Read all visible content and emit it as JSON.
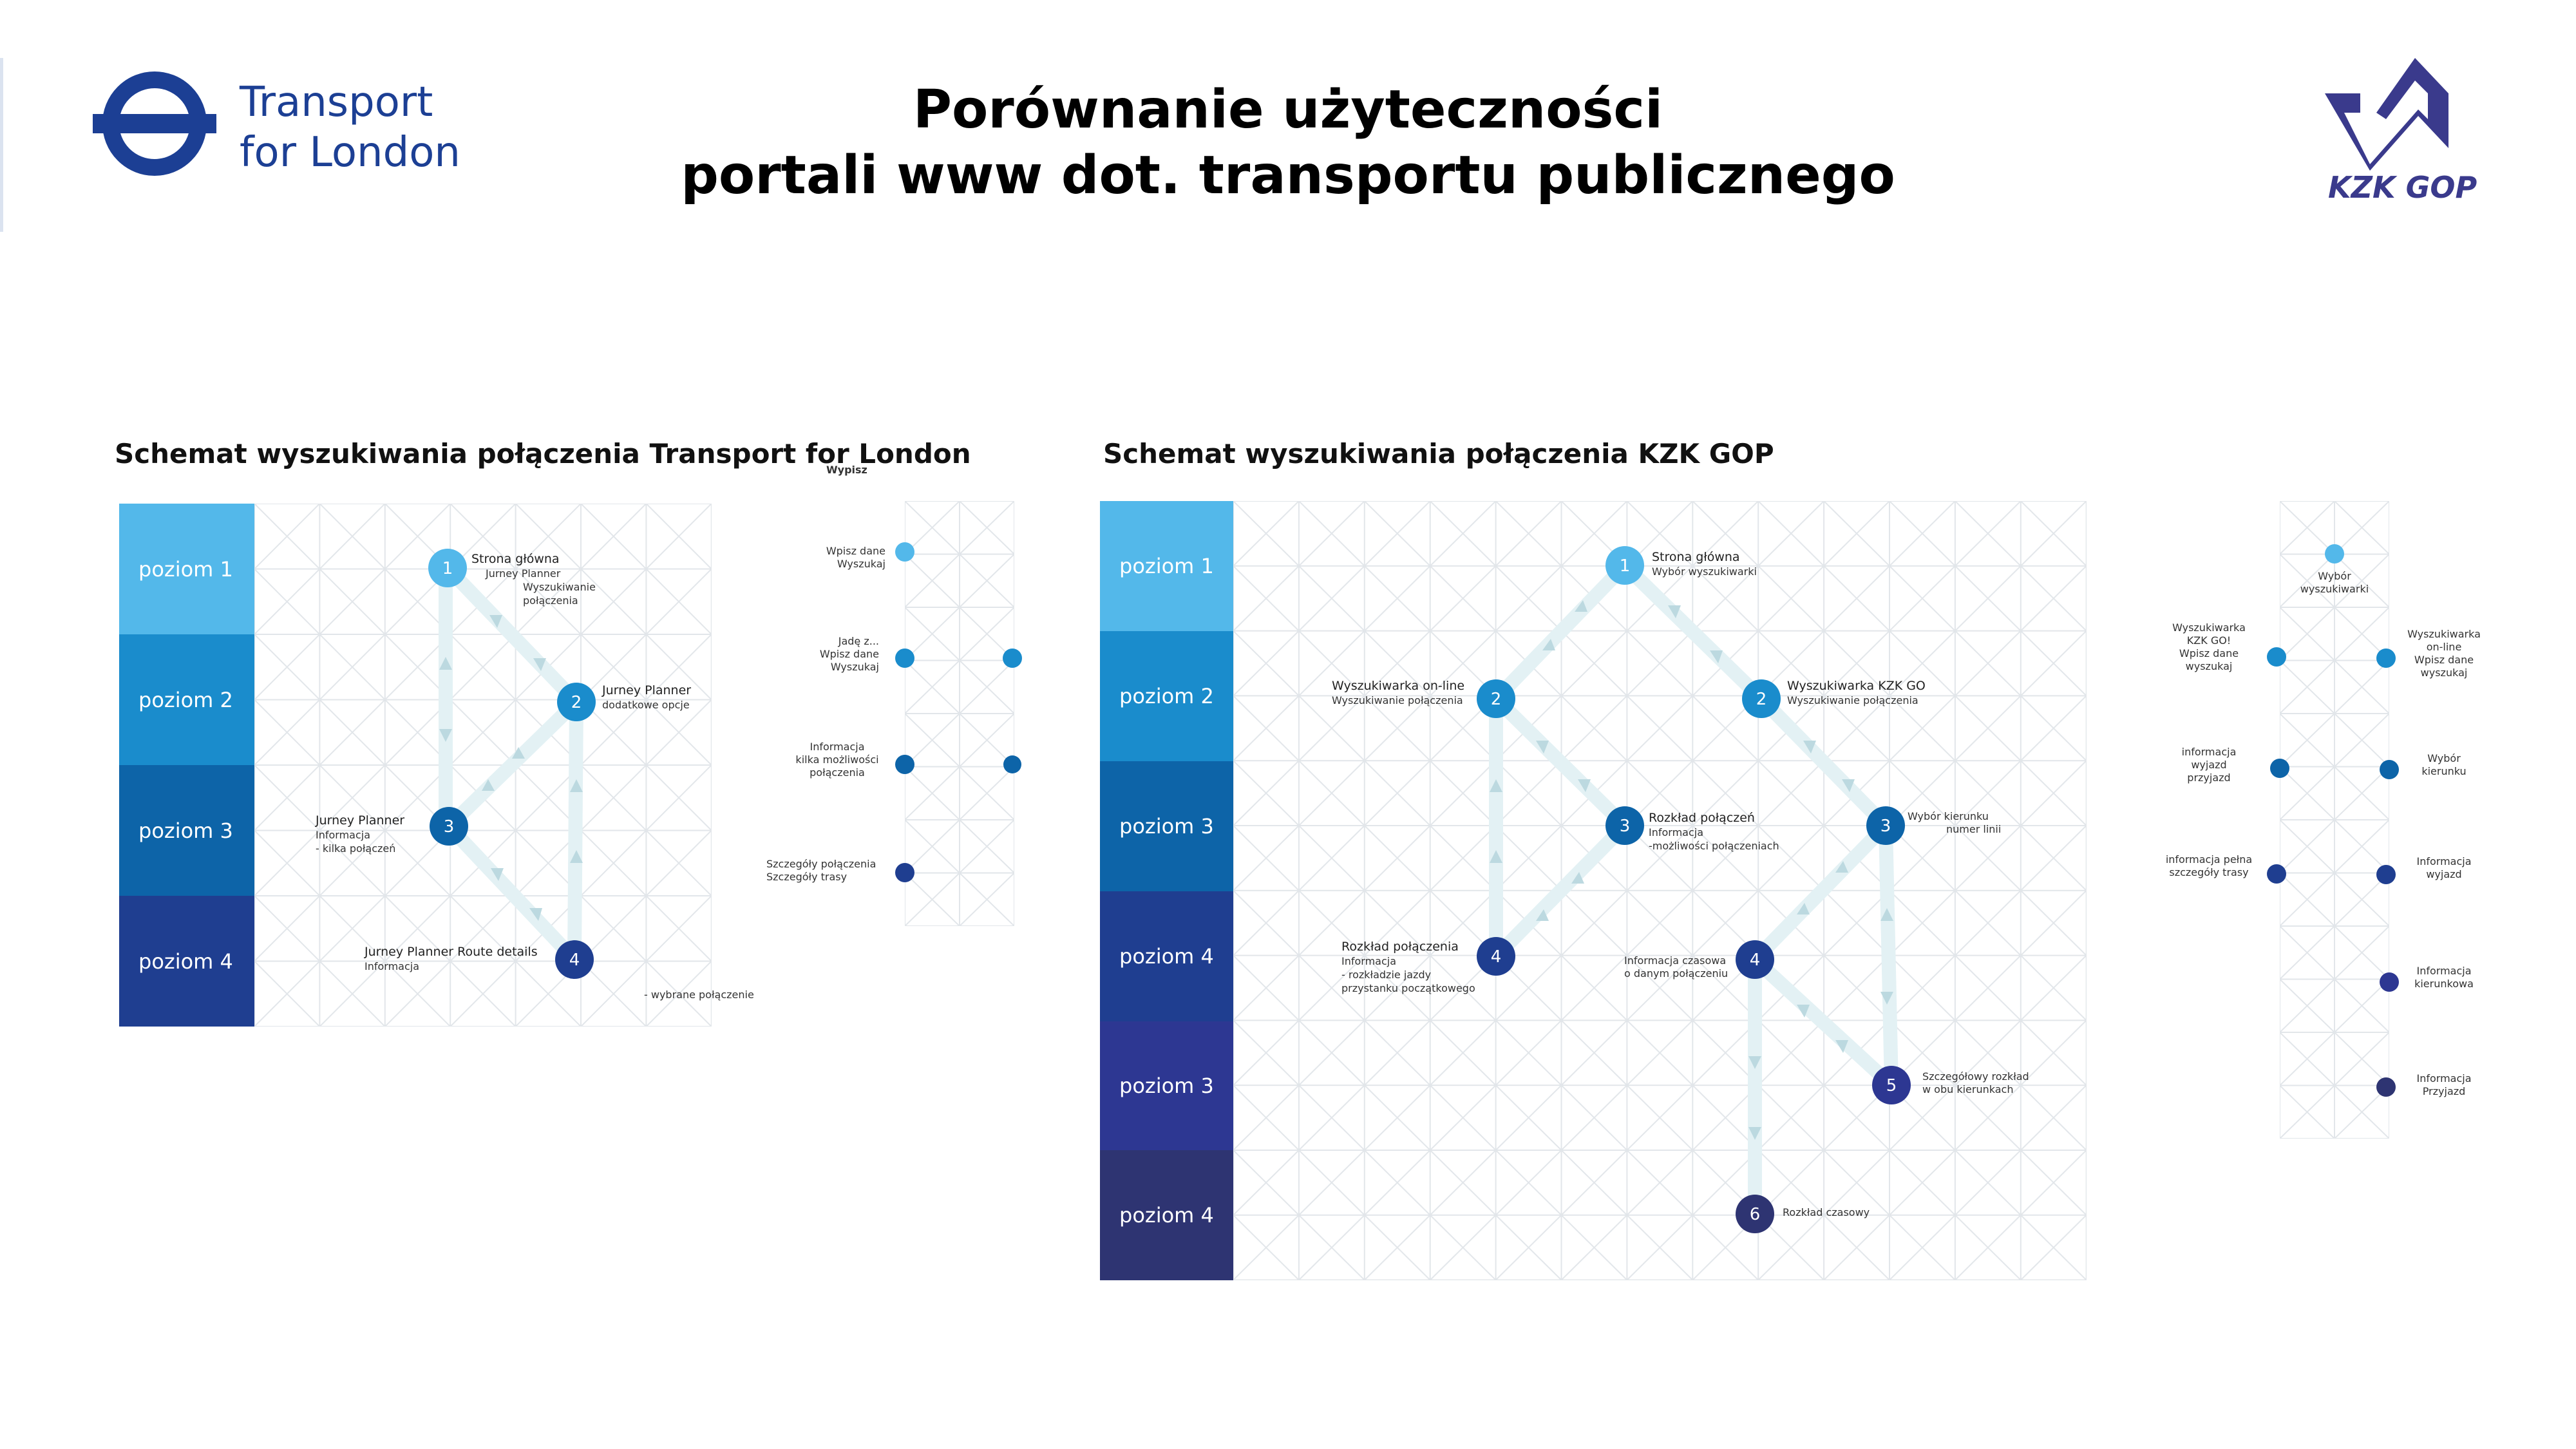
{
  "title": {
    "line1": "Porównanie użyteczności",
    "line2": "portali www dot. transportu publicznego"
  },
  "logos": {
    "tfl": {
      "line1": "Transport",
      "line2": "for London"
    },
    "kzk": {
      "text": "KZK GOP"
    }
  },
  "colors": {
    "level1": "#53b8ea",
    "level2": "#1a8ccc",
    "level3": "#0d64a8",
    "level4": "#1f3e90",
    "level5": "#2d3792",
    "level6": "#2e3472",
    "tfl_blue": "#1c3f94",
    "kzk_purple": "#3a3a8c"
  },
  "tfl": {
    "title": "Schemat wyszukiwania połączenia Transport for London",
    "levels": [
      "poziom 1",
      "poziom 2",
      "poziom 3",
      "poziom 4"
    ],
    "nodes": [
      {
        "num": "1",
        "title": "Strona główna",
        "sub1": "Jurney Planner",
        "sub2": "Wyszukiwanie",
        "sub3": "połączenia"
      },
      {
        "num": "2",
        "title": "Jurney Planner",
        "sub1": "dodatkowe opcje"
      },
      {
        "num": "3",
        "title": "Jurney Planner",
        "sub1": "Informacja",
        "sub2": "- kilka połączeń"
      },
      {
        "num": "4",
        "title": "Jurney Planner Route details",
        "sub1": "Informacja"
      }
    ],
    "extra_note": "- wybrane połączenie",
    "side": {
      "header": "Wypisz",
      "items": [
        {
          "line1": "Wpisz dane",
          "line2": "Wyszukaj"
        },
        {
          "line1": "Jadę z...",
          "line2": "Wpisz dane",
          "line3": "Wyszukaj"
        },
        {
          "line1": "Informacja",
          "line2": "kilka możliwości",
          "line3": "połączenia"
        },
        {
          "line1": "Szczegóły połączenia",
          "line2": "Szczegóły trasy"
        }
      ]
    }
  },
  "kzk": {
    "title": "Schemat wyszukiwania połączenia KZK GOP",
    "levels": [
      "poziom 1",
      "poziom 2",
      "poziom 3",
      "poziom 4",
      "poziom 3",
      "poziom 4"
    ],
    "nodes": [
      {
        "num": "1",
        "title": "Strona główna",
        "sub1": "Wybór wyszukiwarki"
      },
      {
        "num": "2",
        "title": "Wyszukiwarka on-line",
        "sub1": "Wyszukiwanie połączenia"
      },
      {
        "num": "2",
        "title": "Wyszukiwarka KZK GO",
        "sub1": "Wyszukiwanie połączenia"
      },
      {
        "num": "3",
        "title": "Rozkład połączeń",
        "sub1": "Informacja",
        "sub2": "-możliwości połączeniach"
      },
      {
        "num": "3",
        "title": "Wybór kierunku",
        "sub1": "numer linii"
      },
      {
        "num": "4",
        "title": "Rozkład połączenia",
        "sub1": "Informacja",
        "sub2": "- rozkładzie jazdy",
        "sub3": "przystanku początkowego"
      },
      {
        "num": "4",
        "title": "Informacja czasowa",
        "sub1": "o danym połączeniu"
      },
      {
        "num": "5",
        "title": "Szczegółowy rozkład",
        "sub1": "w obu kierunkach"
      },
      {
        "num": "6",
        "title": "Rozkład czasowy"
      }
    ],
    "side": {
      "top": {
        "line1": "Wybór",
        "line2": "wyszukiwarki"
      },
      "left": [
        {
          "line1": "Wyszukiwarka",
          "line2": "KZK GO!",
          "line3": "Wpisz dane",
          "line4": "wyszukaj"
        },
        {
          "line1": "informacja",
          "line2": "wyjazd",
          "line3": "przyjazd"
        },
        {
          "line1": "informacja pełna",
          "line2": "szczegóły trasy"
        }
      ],
      "right": [
        {
          "line1": "Wyszukiwarka",
          "line2": "on-line",
          "line3": "Wpisz dane",
          "line4": "wyszukaj"
        },
        {
          "line1": "Wybór",
          "line2": "kierunku"
        },
        {
          "line1": "Informacja",
          "line2": "wyjazd"
        },
        {
          "line1": "Informacja",
          "line2": "kierunkowa"
        },
        {
          "line1": "Informacja",
          "line2": "Przyjazd"
        }
      ]
    }
  }
}
